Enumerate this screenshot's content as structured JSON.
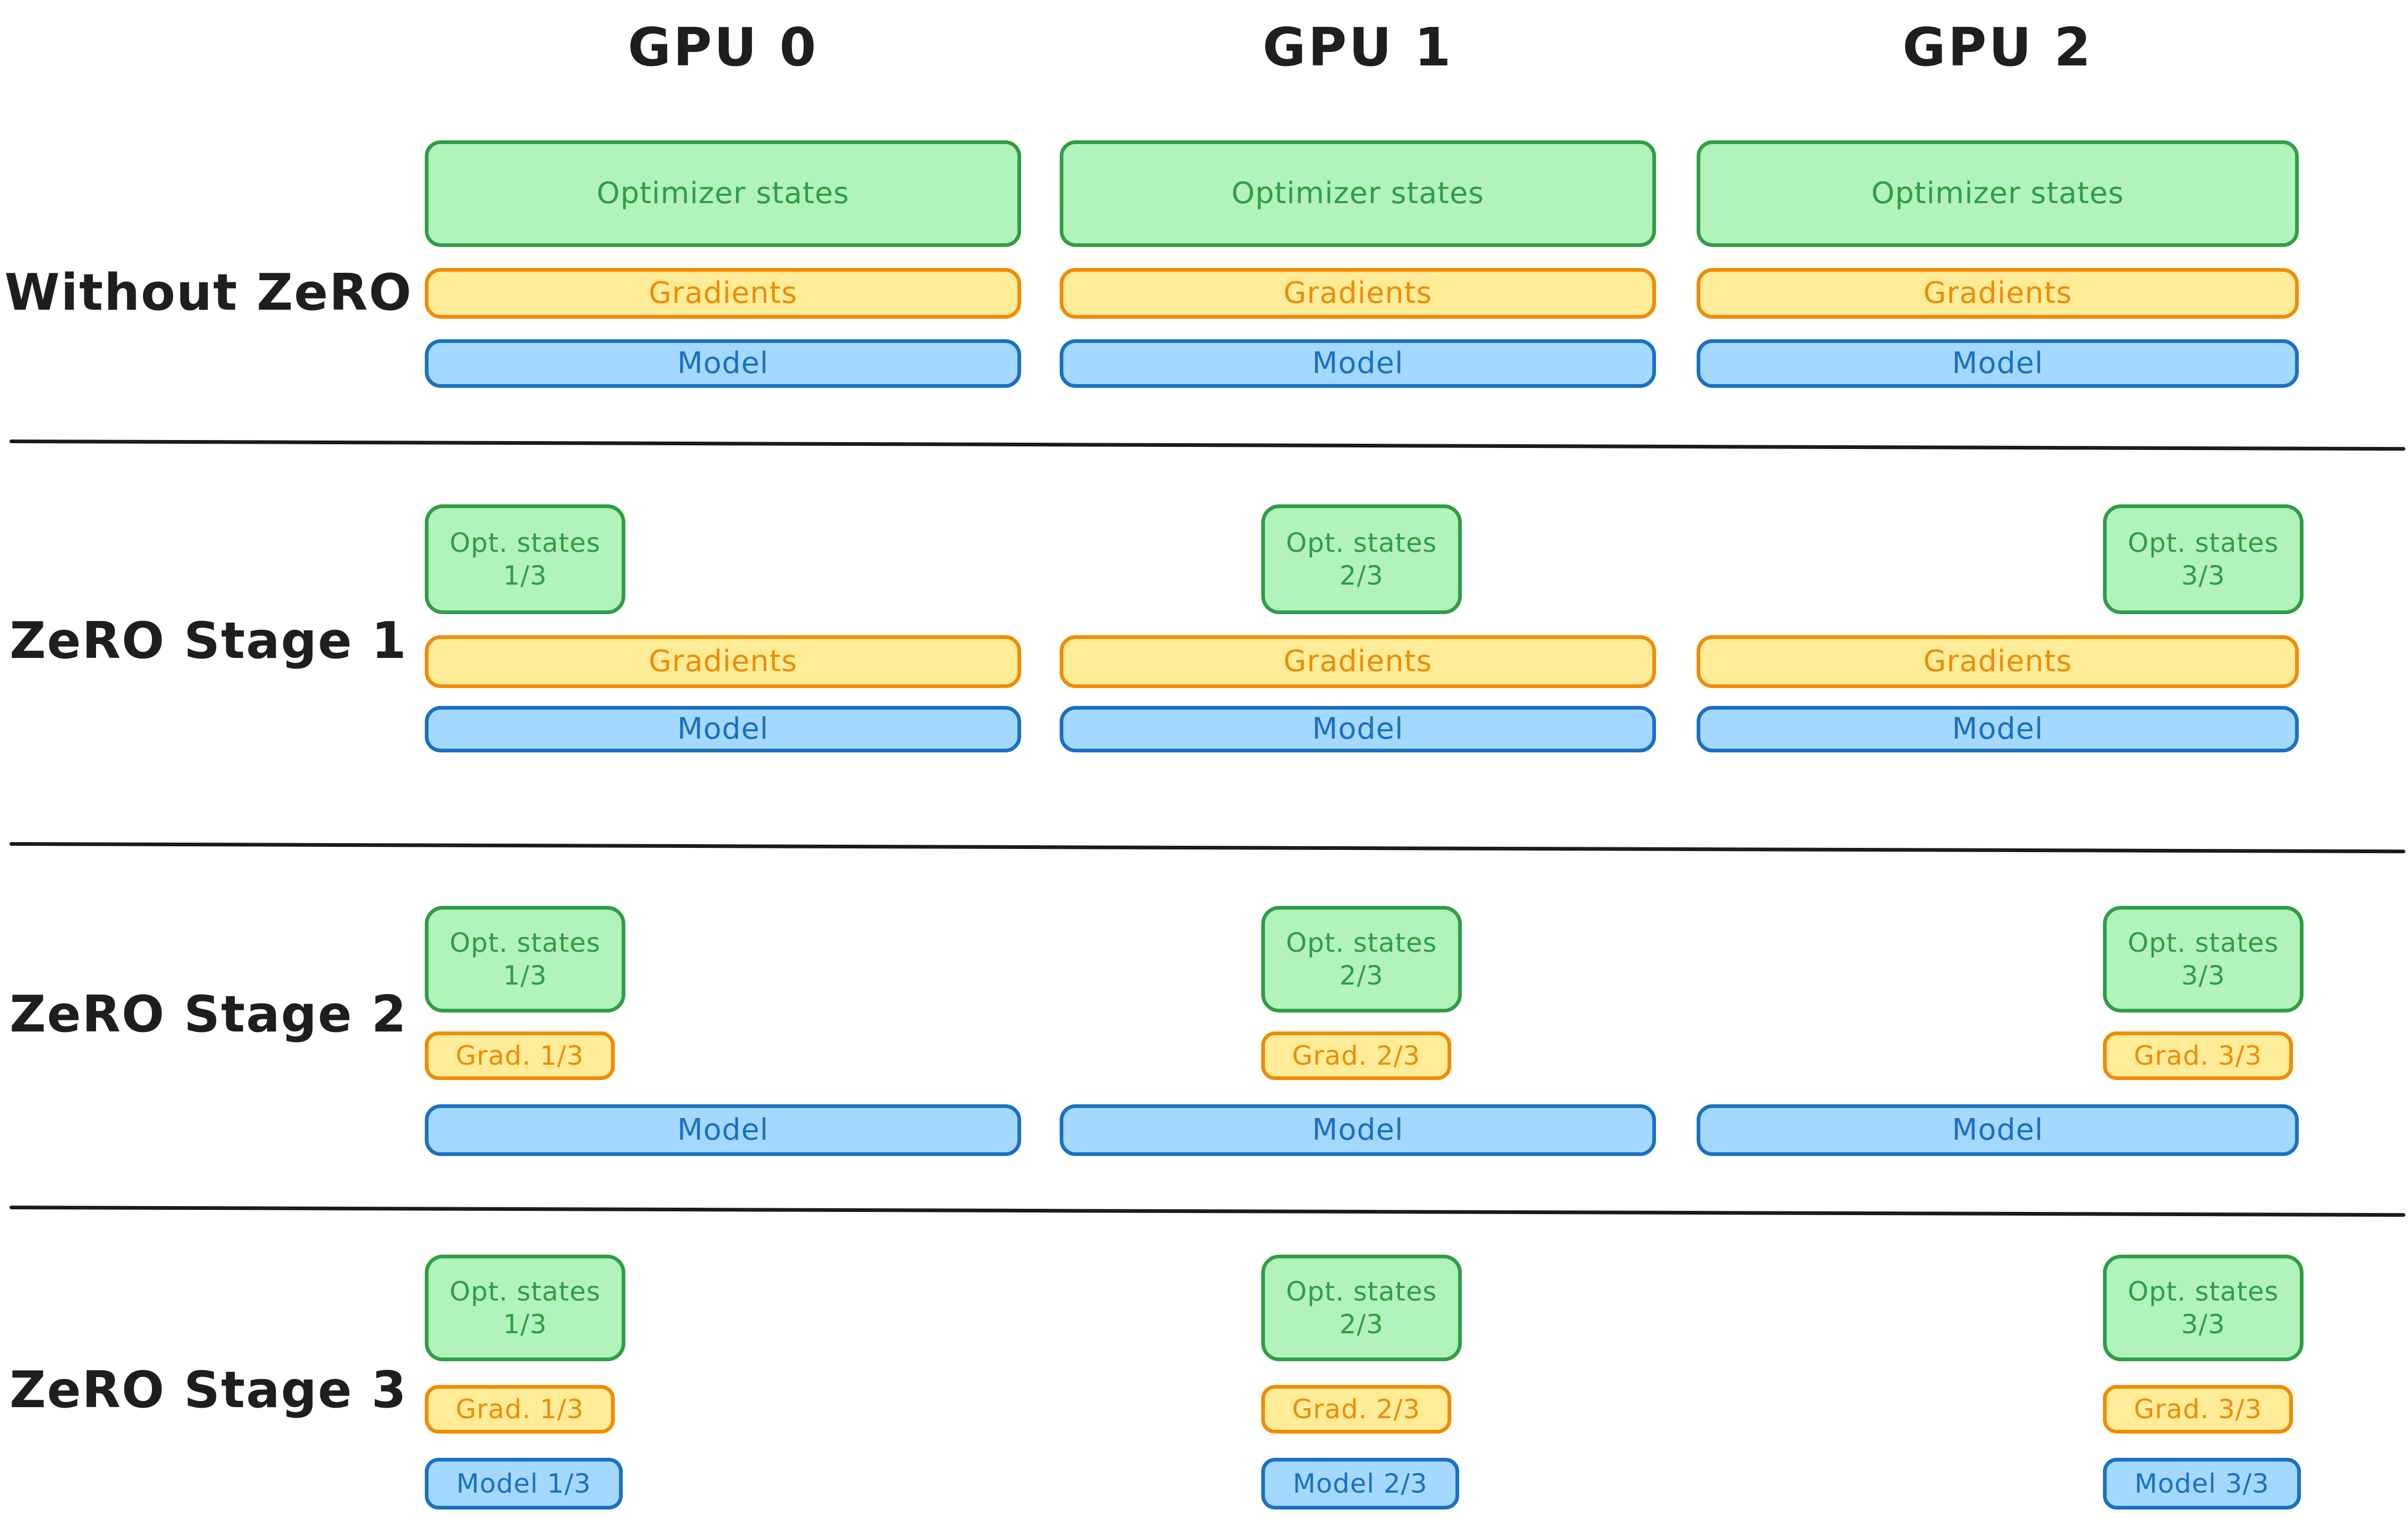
{
  "colors": {
    "green_fill": "#b2f2bb",
    "green_stroke": "#2f9e44",
    "yellow_fill": "#ffec99",
    "yellow_stroke": "#f08c00",
    "blue_fill": "#a5d8ff",
    "blue_stroke": "#1971c2",
    "label_text": "#1e1e1e",
    "divider": "#1b1b1b",
    "background": "#ffffff"
  },
  "gpu_headers": [
    "GPU 0",
    "GPU 1",
    "GPU 2"
  ],
  "rows": [
    {
      "label": "Without ZeRO",
      "gpus": [
        {
          "optimizer": {
            "text": "Optimizer states"
          },
          "gradients": {
            "text": "Gradients"
          },
          "model": {
            "text": "Model"
          }
        },
        {
          "optimizer": {
            "text": "Optimizer states"
          },
          "gradients": {
            "text": "Gradients"
          },
          "model": {
            "text": "Model"
          }
        },
        {
          "optimizer": {
            "text": "Optimizer states"
          },
          "gradients": {
            "text": "Gradients"
          },
          "model": {
            "text": "Model"
          }
        }
      ]
    },
    {
      "label": "ZeRO Stage 1",
      "gpus": [
        {
          "optimizer": {
            "text": "Opt. states",
            "fraction": "1/3"
          },
          "gradients": {
            "text": "Gradients"
          },
          "model": {
            "text": "Model"
          }
        },
        {
          "optimizer": {
            "text": "Opt. states",
            "fraction": "2/3"
          },
          "gradients": {
            "text": "Gradients"
          },
          "model": {
            "text": "Model"
          }
        },
        {
          "optimizer": {
            "text": "Opt. states",
            "fraction": "3/3"
          },
          "gradients": {
            "text": "Gradients"
          },
          "model": {
            "text": "Model"
          }
        }
      ]
    },
    {
      "label": "ZeRO Stage 2",
      "gpus": [
        {
          "optimizer": {
            "text": "Opt. states",
            "fraction": "1/3"
          },
          "gradients": {
            "text": "Grad. 1/3"
          },
          "model": {
            "text": "Model"
          }
        },
        {
          "optimizer": {
            "text": "Opt. states",
            "fraction": "2/3"
          },
          "gradients": {
            "text": "Grad. 2/3"
          },
          "model": {
            "text": "Model"
          }
        },
        {
          "optimizer": {
            "text": "Opt. states",
            "fraction": "3/3"
          },
          "gradients": {
            "text": "Grad. 3/3"
          },
          "model": {
            "text": "Model"
          }
        }
      ]
    },
    {
      "label": "ZeRO Stage 3",
      "gpus": [
        {
          "optimizer": {
            "text": "Opt. states",
            "fraction": "1/3"
          },
          "gradients": {
            "text": "Grad. 1/3"
          },
          "model": {
            "text": "Model 1/3"
          }
        },
        {
          "optimizer": {
            "text": "Opt. states",
            "fraction": "2/3"
          },
          "gradients": {
            "text": "Grad. 2/3"
          },
          "model": {
            "text": "Model 2/3"
          }
        },
        {
          "optimizer": {
            "text": "Opt. states",
            "fraction": "3/3"
          },
          "gradients": {
            "text": "Grad. 3/3"
          },
          "model": {
            "text": "Model 3/3"
          }
        }
      ]
    }
  ]
}
